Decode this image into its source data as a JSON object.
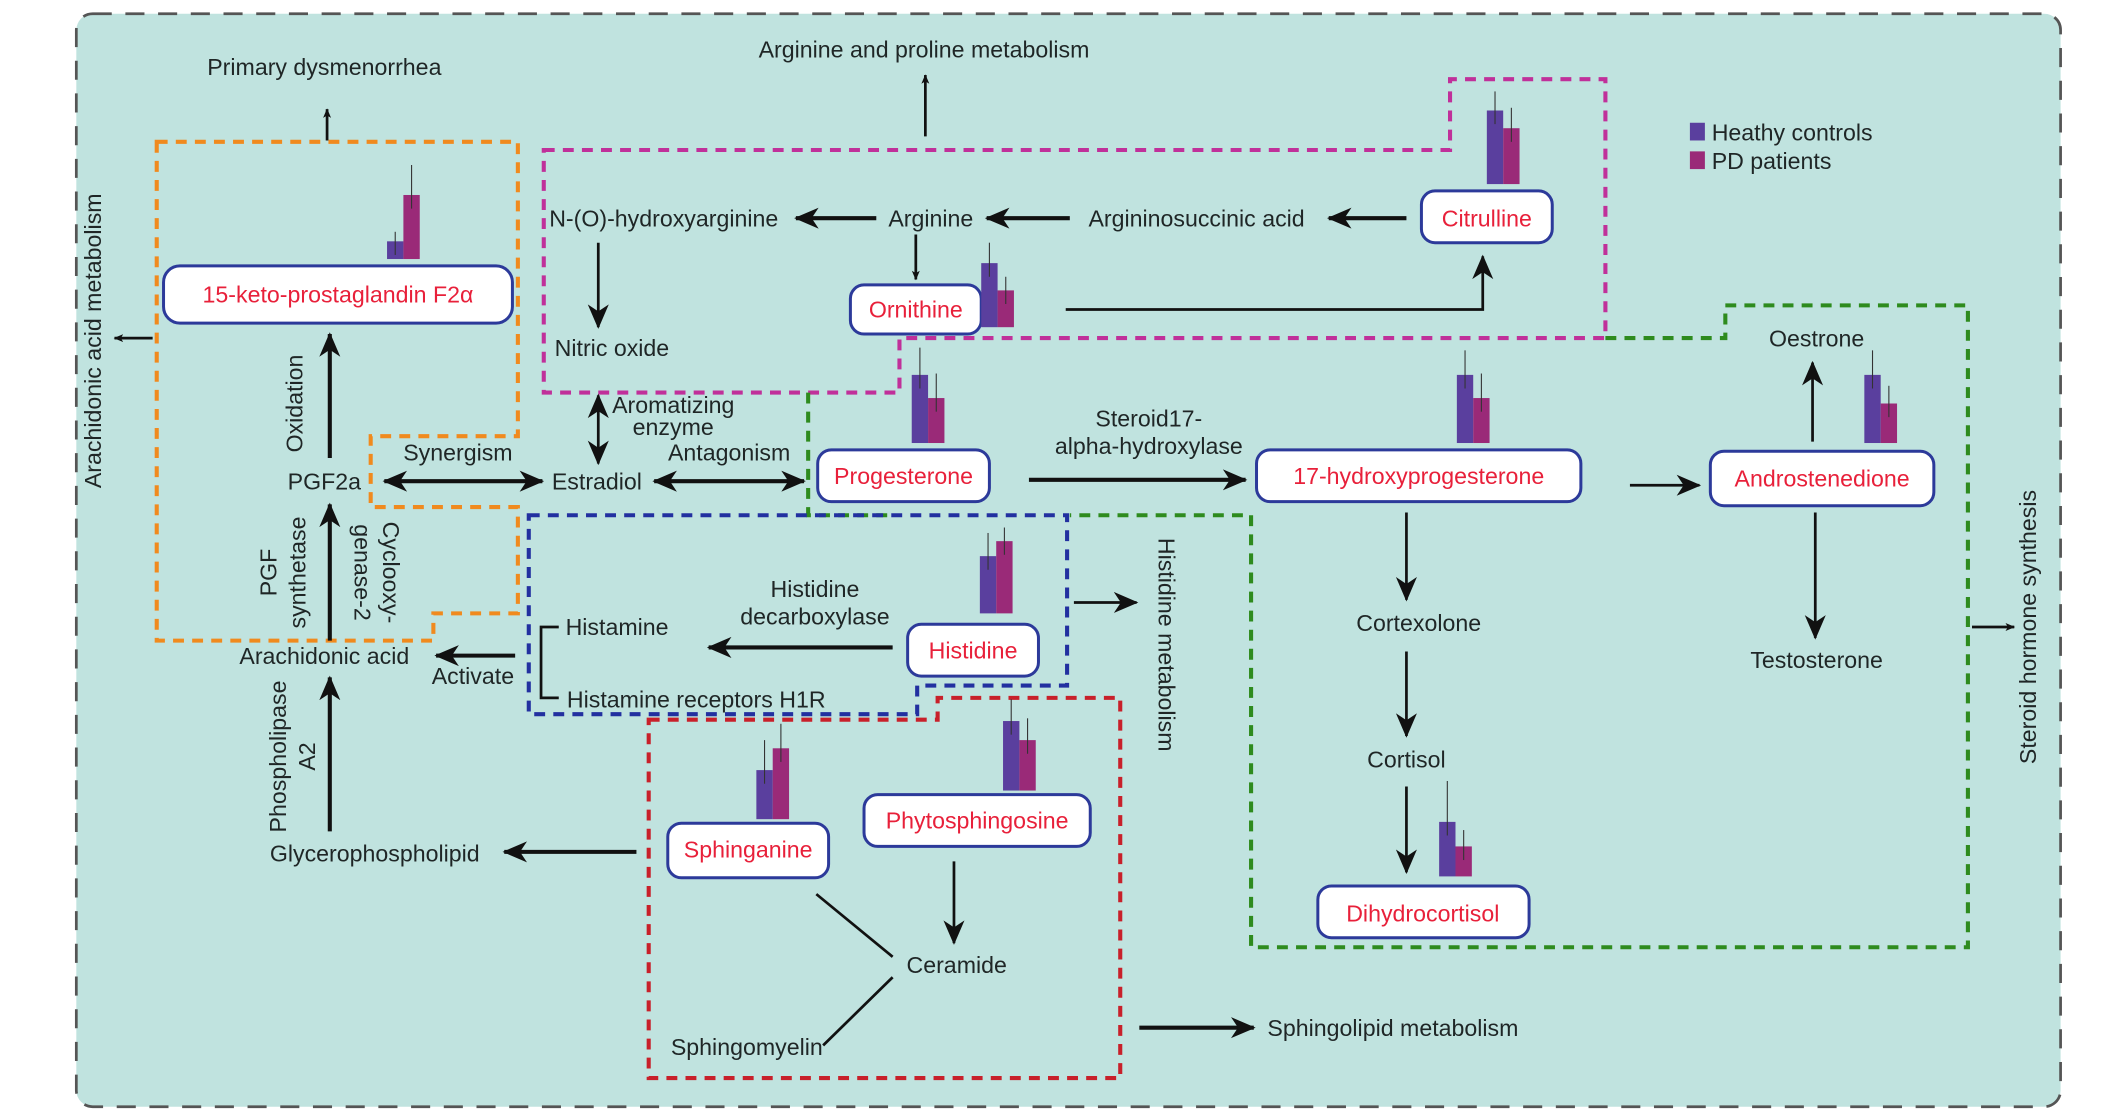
{
  "diagram": {
    "legend": [
      {
        "label": "Heathy controls",
        "color": "#5a3f9e"
      },
      {
        "label": "PD patients",
        "color": "#9a2a78"
      }
    ],
    "colors": {
      "background": "#c0e3df",
      "outer_border": "#555555",
      "metabolite_text": "#e8203a",
      "metabolite_box_border": "#2c3a9a",
      "arachidonic_group": "#f08a1e",
      "arginine_group": "#c0309a",
      "steroid_group": "#2e8b1e",
      "histidine_group": "#2230a0",
      "sphingolipid_group": "#c8202a"
    },
    "pathways": {
      "arachidonic": "Arachidonic acid metabolism",
      "primary_dysmenorrhea": "Primary dysmenorrhea",
      "arginine_proline": "Arginine and proline metabolism",
      "histidine": "Histidine metabolism",
      "steroid": "Steroid hormone synthesis",
      "sphingolipid": "Sphingolipid metabolism"
    },
    "metabolites": {
      "keto_pgf": "15-keto-prostaglandin F2α",
      "citrulline": "Citrulline",
      "ornithine": "Ornithine",
      "progesterone": "Progesterone",
      "ohp": "17-hydroxyprogesterone",
      "androstenedione": "Androstenedione",
      "histidine": "Histidine",
      "sphinganine": "Sphinganine",
      "phytosphingosine": "Phytosphingosine",
      "dihydrocortisol": "Dihydrocortisol"
    },
    "nodes": {
      "n_hydroxyarginine": "N-(O)-hydroxyarginine",
      "arginine": "Arginine",
      "argininosuccinic": "Argininosuccinic acid",
      "nitric_oxide": "Nitric oxide",
      "pgf2a": "PGF2a",
      "estradiol": "Estradiol",
      "arachidonic_acid": "Arachidonic acid",
      "glycerophospholipid": "Glycerophospholipid",
      "histamine": "Histamine",
      "histamine_receptors": "Histamine receptors H1R",
      "ceramide": "Ceramide",
      "sphingomyelin": "Sphingomyelin",
      "oestrone": "Oestrone",
      "testosterone": "Testosterone",
      "cortexolone": "Cortexolone",
      "cortisol": "Cortisol"
    },
    "edge_labels": {
      "oxidation": "Oxidation",
      "synergism": "Synergism",
      "aromatizing_1": "Aromatizing",
      "aromatizing_2": "enzyme",
      "antagonism": "Antagonism",
      "steroid17_1": "Steroid17-",
      "steroid17_2": "alpha-hydroxylase",
      "pgf_1": "PGF",
      "pgf_2": "synthetase",
      "cox_1": "Cyclooxy-",
      "cox_2": "genase-2",
      "activate": "Activate",
      "hdc_1": "Histidine",
      "hdc_2": "decarboxylase",
      "pla_1": "Phospholipase",
      "pla_2": "A2"
    }
  },
  "chart_data": {
    "type": "bar",
    "title": "",
    "xlabel": "",
    "ylabel": "relative level (arbitrary units, no axis shown)",
    "categories": [
      "15-keto-prostaglandin F2α",
      "Citrulline",
      "Ornithine",
      "Progesterone",
      "17-hydroxyprogesterone",
      "Androstenedione",
      "Histidine",
      "Sphinganine",
      "Phytosphingosine",
      "Dihydrocortisol"
    ],
    "series": [
      {
        "name": "Heathy controls",
        "values": [
          0.26,
          1.08,
          0.94,
          1.0,
          1.0,
          1.0,
          0.84,
          0.72,
          1.02,
          0.8
        ],
        "error_top": [
          0.4,
          1.36,
          1.24,
          1.4,
          1.36,
          1.36,
          1.18,
          1.16,
          1.34,
          1.4
        ]
      },
      {
        "name": "PD patients",
        "values": [
          0.94,
          0.82,
          0.54,
          0.66,
          0.66,
          0.58,
          1.06,
          1.04,
          0.74,
          0.44
        ],
        "error_top": [
          1.38,
          1.12,
          0.74,
          1.02,
          1.02,
          0.84,
          1.26,
          1.4,
          1.06,
          0.68
        ]
      }
    ],
    "legend": "top-right",
    "grid": false
  }
}
